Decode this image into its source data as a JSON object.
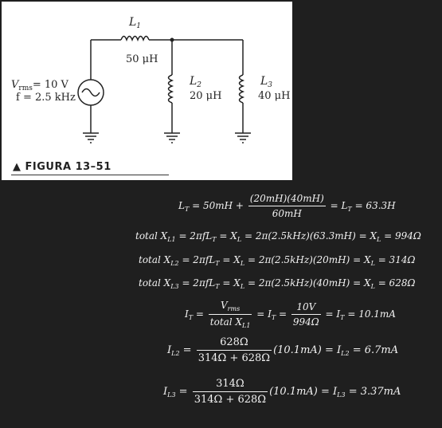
{
  "figure": {
    "caption": "▲ FIGURA 13–51",
    "source": {
      "vrms": "V",
      "vrms_sub": "rms",
      "vrms_val": "= 10 V",
      "freq": "f = 2.5 kHz"
    },
    "inductors": [
      {
        "name": "L",
        "sub": "1",
        "value": "50 μH"
      },
      {
        "name": "L",
        "sub": "2",
        "value": "20 μH"
      },
      {
        "name": "L",
        "sub": "3",
        "value": "40 μH"
      }
    ]
  },
  "equations": {
    "lt": {
      "lhs_var": "L",
      "lhs_sub": "T",
      "eq1": " = 50mH + ",
      "num": "(20mH)(40mH)",
      "den": "60mH",
      "eq2": " = ",
      "res_var": "L",
      "res_sub": "T",
      "res_val": " = 63.3H"
    },
    "xl1": {
      "label": "total X",
      "label_sub": "L1",
      "formula": " = 2πfL",
      "formula_sub": "T",
      "mid": " =   X",
      "mid_sub": "L",
      "calc": " = 2π(2.5kHz)(63.3mH) = X",
      "res_sub": "L",
      "res": " = 994Ω"
    },
    "xl2": {
      "label": "total X",
      "label_sub": "L2",
      "formula": " = 2πfL",
      "formula_sub": "T",
      "mid": " =   X",
      "mid_sub": "L",
      "calc": " = 2π(2.5kHz)(20mH) = X",
      "res_sub": "L",
      "res": " = 314Ω"
    },
    "xl3": {
      "label": "total X",
      "label_sub": "L3",
      "formula": " = 2πfL",
      "formula_sub": "T",
      "mid": " =   X",
      "mid_sub": "L",
      "calc": " = 2π(2.5kHz)(40mH) = X",
      "res_sub": "L",
      "res": " = 628Ω"
    },
    "it": {
      "lhs_var": "I",
      "lhs_sub": "T",
      "eq": " = ",
      "num_var": "V",
      "num_sub": "rms",
      "den_text": "total X",
      "den_sub": "L1",
      "eq2": " = ",
      "mid_var": "I",
      "mid_sub": "T",
      "eq3": " = ",
      "num2": "10V",
      "den2": "994Ω",
      "eq4": " = ",
      "res_var": "I",
      "res_sub": "T",
      "res_val": " = 10.1mA"
    },
    "il2": {
      "lhs_var": "I",
      "lhs_sub": "L2",
      "eq": " = ",
      "num": "628Ω",
      "den": "314Ω + 628Ω",
      "tail": "(10.1mA) = ",
      "res_var": "I",
      "res_sub": "L2",
      "res_val": " = 6.7mA"
    },
    "il3": {
      "lhs_var": "I",
      "lhs_sub": "L3",
      "eq": " = ",
      "num": "314Ω",
      "den": "314Ω + 628Ω",
      "tail": "(10.1mA) = ",
      "res_var": "I",
      "res_sub": "L3",
      "res_val": " = 3.37mA"
    }
  }
}
